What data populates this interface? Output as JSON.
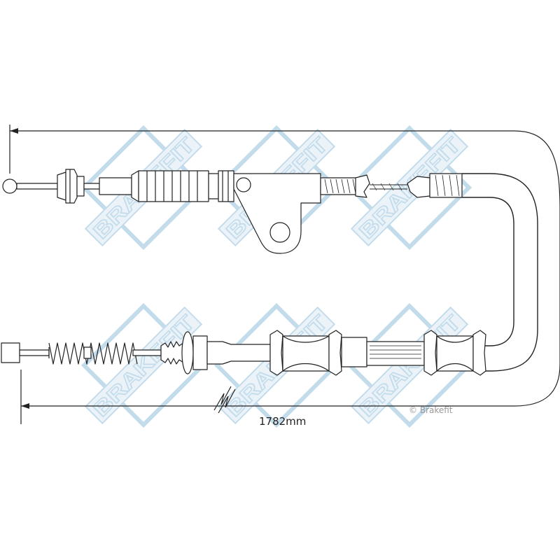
{
  "diagram": {
    "dimension_label": "1782mm",
    "copyright_text": "© Brakefit"
  },
  "watermark": {
    "brand_text": "BRAKEFIT",
    "color": "#b9d6e8",
    "fill_color": "#e8f2f9"
  },
  "colors": {
    "line": "#222222",
    "part_fill": "#ffffff"
  }
}
